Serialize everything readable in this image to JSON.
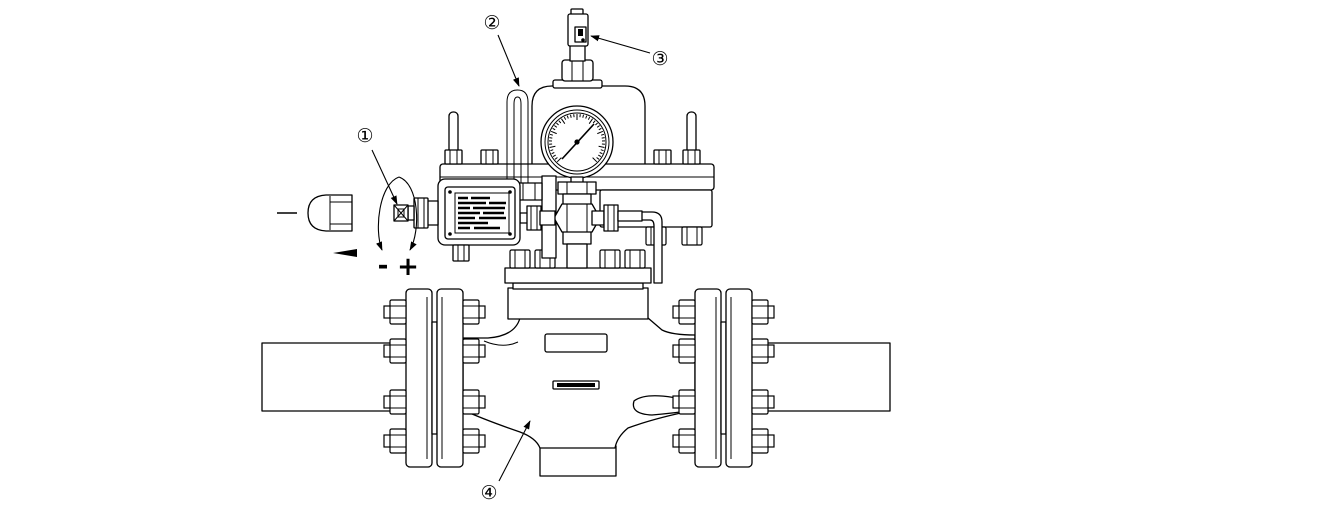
{
  "callouts": [
    {
      "label": "①"
    },
    {
      "label": "②"
    },
    {
      "label": "③"
    },
    {
      "label": "④"
    }
  ],
  "adjustment": {
    "decrease": "-",
    "increase": "+"
  }
}
